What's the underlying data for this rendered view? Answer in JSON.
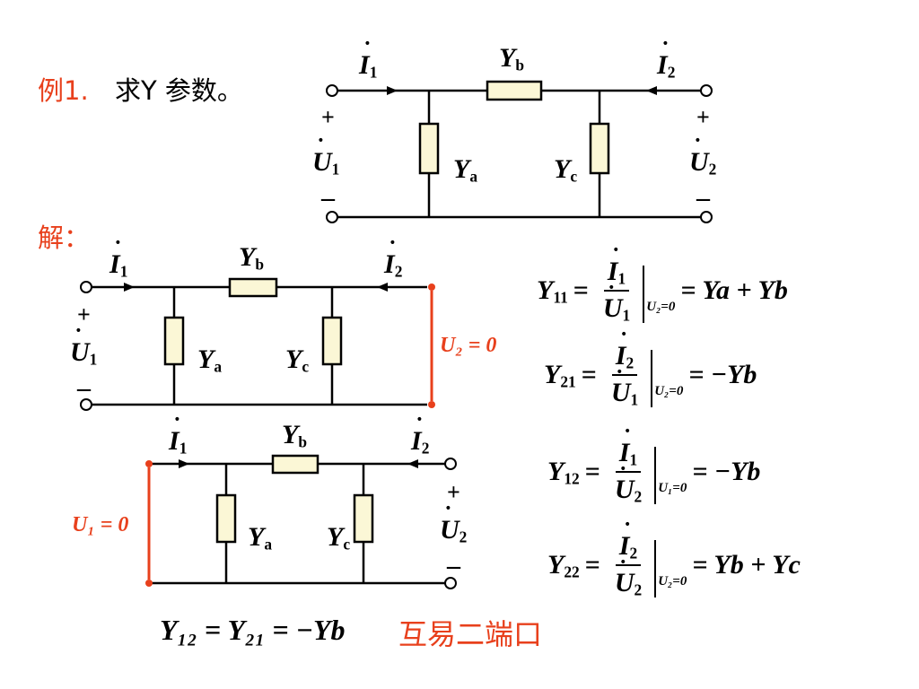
{
  "header": {
    "example_label": "例1.",
    "task": "求Y 参数。"
  },
  "solution_label": "解：",
  "symbols": {
    "I": "I",
    "U": "U",
    "Y": "Y",
    "one": "1",
    "two": "2",
    "a": "a",
    "b": "b",
    "c": "c",
    "plus": "+",
    "minus": "–",
    "eq": "=",
    "zero": "0"
  },
  "short_circuit": {
    "u2_zero": "U₂ = 0",
    "u1_zero": "U₁ = 0"
  },
  "equations": {
    "y11": {
      "lhs_sub": "11",
      "num_sub": "1",
      "den_sub": "1",
      "cond": "U₂=0",
      "rhs": "= Ya + Yb"
    },
    "y21": {
      "lhs_sub": "21",
      "num_sub": "2",
      "den_sub": "1",
      "cond": "U₂=0",
      "rhs": "= −Yb"
    },
    "y12": {
      "lhs_sub": "12",
      "num_sub": "1",
      "den_sub": "2",
      "cond": "U₁=0",
      "rhs": "= −Yb"
    },
    "y22": {
      "lhs_sub": "22",
      "num_sub": "2",
      "den_sub": "2",
      "cond": "U₂=0",
      "rhs": "= Yb + Yc"
    }
  },
  "conclusion": {
    "relation": "Y₁₂ = Y₂₁ = −Yb",
    "note": "互易二端口"
  },
  "colors": {
    "accent": "#e8401c",
    "resistor_fill": "#fbf7d6",
    "line": "#000000"
  }
}
